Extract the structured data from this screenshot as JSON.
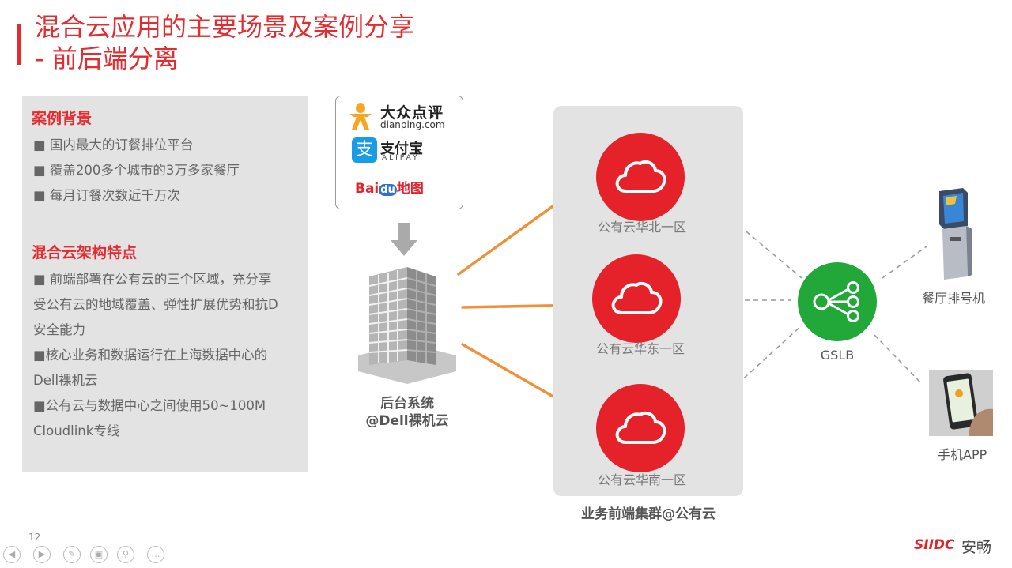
{
  "slide": {
    "title_line1": "混合云应用的主要场景及案例分享",
    "title_line2": "- 前后端分离",
    "page_number": "12"
  },
  "case_panel": {
    "section1_heading": "案例背景",
    "section1_bullets": [
      "■ 国内最大的订餐排位平台",
      "■ 覆盖200多个城市的3万多家餐厅",
      "■ 每月订餐次数近千万次"
    ],
    "section2_heading": "混合云架构特点",
    "section2_lines": [
      "■ 前端部署在公有云的三个区域，充分享",
      "受公有云的地域覆盖、弹性扩展优势和抗D",
      "安全能力",
      "■核心业务和数据运行在上海数据中心的",
      "Dell裸机云",
      "■公有云与数据中心之间使用50~100M",
      "Cloudlink专线"
    ]
  },
  "logos": {
    "dianping_cn": "大众点评",
    "dianping_en": "dianping.com",
    "alipay_cn": "支付宝",
    "alipay_en": "ALIPAY",
    "baidu_prefix": "Bai",
    "baidu_du": "du",
    "baidu_map": "地图"
  },
  "backend": {
    "label_line1": "后台系统",
    "label_line2": "@Dell裸机云"
  },
  "clusters": {
    "north": "公有云华北一区",
    "east": "公有云华东一区",
    "south": "公有云华南一区",
    "cluster_label": "业务前端集群@公有云"
  },
  "gslb": {
    "label": "GSLB"
  },
  "clients": {
    "kiosk": "餐厅排号机",
    "mobile": "手机APP"
  },
  "brand": {
    "logo_text": "SIIDC",
    "name": "安畅"
  },
  "colors": {
    "accent": "#e52b2f",
    "cloud_red": "#e5222a",
    "gslb_green": "#22a839",
    "link_orange": "#f0913a",
    "panel_gray": "#e3e3e3"
  },
  "icons": [
    "cloud-icon",
    "network-share-icon",
    "office-building-icon",
    "down-arrow-icon",
    "kiosk-icon",
    "mobile-phone-icon"
  ]
}
